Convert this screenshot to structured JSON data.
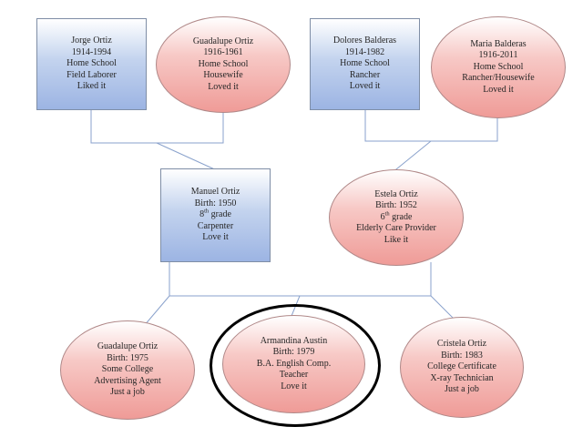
{
  "diagram": {
    "gen1": {
      "jorge_ortiz": {
        "name": "Jorge Ortiz",
        "years": "1914-1994",
        "education": "Home School",
        "occupation": "Field Laborer",
        "feeling": "Liked it"
      },
      "guadalupe_ortiz": {
        "name": "Guadalupe Ortiz",
        "years": "1916-1961",
        "education": "Home School",
        "occupation": "Housewife",
        "feeling": "Loved it"
      },
      "dolores_balderas": {
        "name": "Dolores Balderas",
        "years": "1914-1982",
        "education": "Home School",
        "occupation": "Rancher",
        "feeling": "Loved it"
      },
      "maria_balderas": {
        "name": "Maria Balderas",
        "years": "1916-2011",
        "education": "Home School",
        "occupation": "Rancher/Housewife",
        "feeling": "Loved it"
      }
    },
    "gen2": {
      "manuel_ortiz": {
        "name": "Manuel Ortiz",
        "birth": "Birth: 1950",
        "grade_number": "8",
        "grade_suffix": "th",
        "grade_word": " grade",
        "occupation": "Carpenter",
        "feeling": "Love it"
      },
      "estela_ortiz": {
        "name": "Estela Ortiz",
        "birth": "Birth: 1952",
        "grade_number": "6",
        "grade_suffix": "th",
        "grade_word": " grade",
        "occupation": "Elderly Care Provider",
        "feeling": "Like it"
      }
    },
    "gen3": {
      "guadalupe_ortiz_jr": {
        "name": "Guadalupe Ortiz",
        "birth": "Birth: 1975",
        "education": "Some College",
        "occupation": "Advertising Agent",
        "feeling": "Just a job"
      },
      "armandina_austin": {
        "name": "Armandina Austin",
        "birth": "Birth: 1979",
        "education": "B.A. English Comp.",
        "occupation": "Teacher",
        "feeling": "Love it"
      },
      "cristela_ortiz": {
        "name": "Cristela Ortiz",
        "birth": "Birth: 1983",
        "education": "College Certificate",
        "occupation": "X-ray Technician",
        "feeling": "Just a job"
      }
    },
    "colors": {
      "male_box": "#a7bde6",
      "female_ellipse": "#f2aaa6",
      "connector": "#8aa2cc",
      "highlight": "#000000"
    }
  }
}
